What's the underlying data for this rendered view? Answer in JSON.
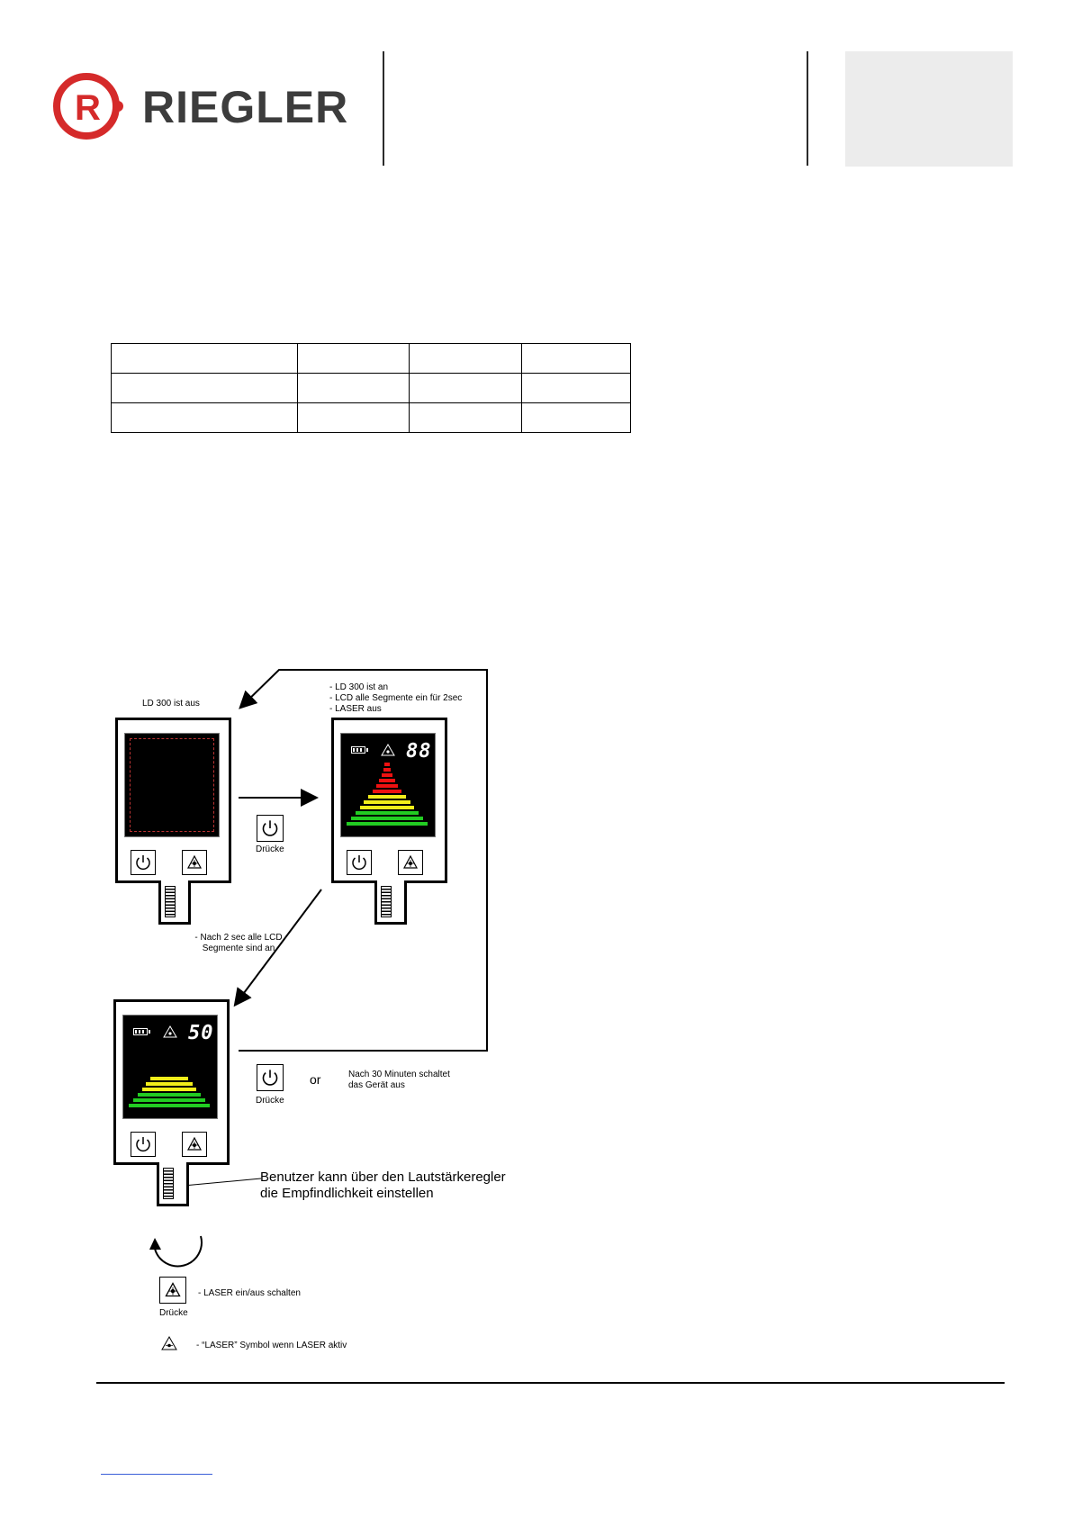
{
  "header": {
    "brand": "RIEGLER",
    "colors": {
      "brand_red": "#d52a2a",
      "brand_grey": "#3c3c3c",
      "panel_grey": "#ececec"
    }
  },
  "diagram": {
    "state_off_label": "LD 300 ist aus",
    "state_on_notes": [
      "- LD 300 ist an",
      "- LCD alle Segmente ein für 2sec",
      "- LASER aus"
    ],
    "press_label": "Drücke",
    "after_2sec_note": [
      "- Nach 2 sec alle LCD",
      "Segmente sind an"
    ],
    "or_label": "or",
    "auto_off_note": [
      "Nach 30 Minuten schaltet",
      "das Gerät aus"
    ],
    "volume_note": [
      "Benutzer kann über den Lautstärkeregler",
      "die Empfindlichkeit einstellen"
    ],
    "laser_toggle_note": "- LASER ein/aus schalten",
    "laser_symbol_note": "-  “LASER”  Symbol wenn LASER aktiv",
    "lcd_full_value": "88",
    "lcd_run_value": "50",
    "icons": [
      "power-icon",
      "laser-icon",
      "battery-icon",
      "rotate-arrow-icon"
    ]
  }
}
